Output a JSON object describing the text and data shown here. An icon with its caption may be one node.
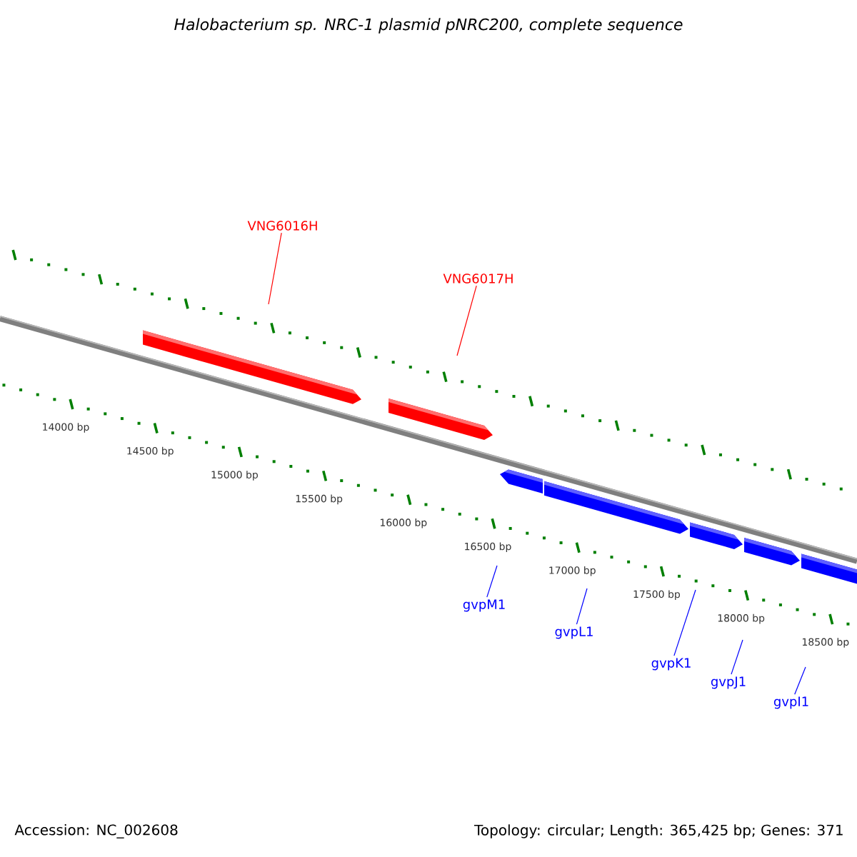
{
  "diagram": {
    "title": "Halobacterium sp. NRC-1 plasmid pNRC200, complete sequence",
    "nodes": [
      {
        "text": [
          "VNG6016H"
        ]
      },
      {
        "text": [
          "VNG6017H"
        ]
      },
      {
        "text": [
          "gvpM1"
        ]
      },
      {
        "text": [
          "gvpL1"
        ]
      },
      {
        "text": [
          "gvpK1"
        ]
      },
      {
        "text": [
          "gvpJ1"
        ]
      },
      {
        "text": [
          "gvpI1"
        ]
      }
    ],
    "edges": [
      {
        "from": 0,
        "to": null,
        "arrow": "none",
        "color": "#ff0000"
      },
      {
        "from": 1,
        "to": null,
        "arrow": "none",
        "color": "#ff0000"
      },
      {
        "from": 2,
        "to": null,
        "arrow": "none"
      },
      {
        "from": 3,
        "to": null,
        "arrow": "none"
      },
      {
        "from": 4,
        "to": null,
        "arrow": "none"
      },
      {
        "from": 5,
        "to": null,
        "arrow": "none"
      },
      {
        "from": 6,
        "to": null,
        "arrow": "none"
      }
    ],
    "labels": [
      "14000 bp",
      "14500 bp",
      "15000 bp",
      "15500 bp",
      "16000 bp",
      "16500 bp",
      "17000 bp",
      "17500 bp",
      "18000 bp",
      "18500 bp",
      "Accession: NC_002608",
      "Topology: circular; Length: 365,425 bp; Genes: 371"
    ]
  }
}
